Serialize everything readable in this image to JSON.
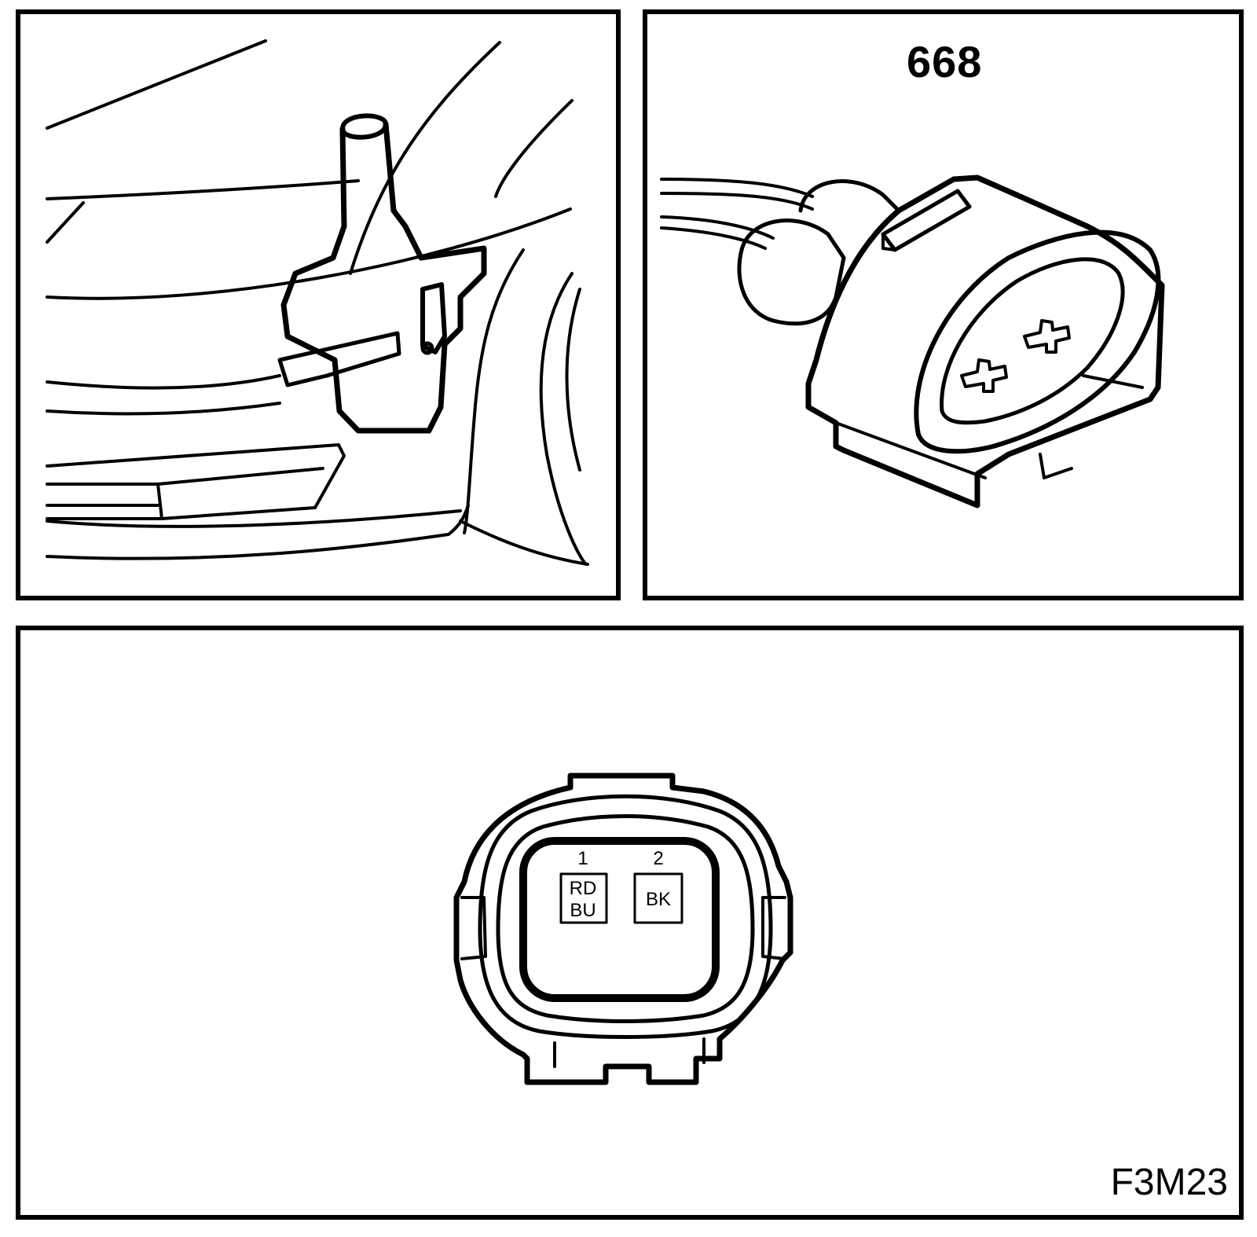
{
  "connector_number": "668",
  "figure_code": "F3M23",
  "pins": [
    {
      "number": "1",
      "wire_color_lines": [
        "RD",
        "BU"
      ]
    },
    {
      "number": "2",
      "wire_color_lines": [
        "BK"
      ]
    }
  ],
  "colors": {
    "ink": "#000000",
    "background": "#ffffff"
  }
}
